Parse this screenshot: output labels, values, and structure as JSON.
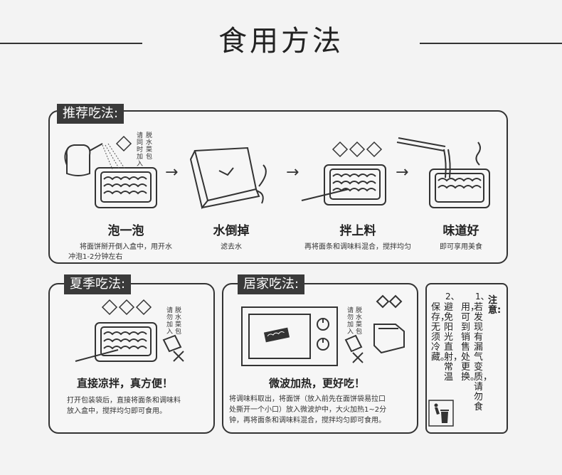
{
  "page": {
    "title": "食用方法"
  },
  "recommended": {
    "tag": "推荐吃法:",
    "packet_label": "请同时加入",
    "packet_label2": "脱水菜包",
    "steps": [
      {
        "title": "泡一泡",
        "desc1": "将面饼掰开倒入盒中，用开水",
        "desc2": "冲泡1-2分钟左右"
      },
      {
        "title": "水倒掉",
        "desc1": "滤去水",
        "desc2": ""
      },
      {
        "title": "拌上料",
        "desc1": "再将面条和调味料混合，搅拌均匀",
        "desc2": ""
      },
      {
        "title": "味道好",
        "desc1": "即可享用美食",
        "desc2": ""
      }
    ]
  },
  "summer": {
    "tag": "夏季吃法:",
    "packet_label": "请勿加入",
    "packet_label2": "脱水菜包",
    "caption": "直接凉拌，真方便！",
    "desc1": "打开包装袋后，直接将面条和调味料",
    "desc2": "放入盒中，搅拌均匀即可食用。"
  },
  "home": {
    "tag": "居家吃法:",
    "packet_label": "请勿加入",
    "packet_label2": "脱水菜包",
    "caption": "微波加热，更好吃！",
    "desc1": "将调味料取出，将面饼（放入前先在面饼袋易拉口",
    "desc2": "处撕开一个小口）放入微波炉中，大火加热1~2分",
    "desc3": "钟，再将面条和调味料混合，搅拌均匀即可食用。"
  },
  "notes": {
    "title": "注意:",
    "note1_num": "1、",
    "note1_a": "若发现有漏气变质，请勿食",
    "note1_b": "用，可到销售处更换。",
    "note2_num": "2、",
    "note2_a": "避免阳光直射，常温",
    "note2_b": "保存，无须冷藏。"
  }
}
